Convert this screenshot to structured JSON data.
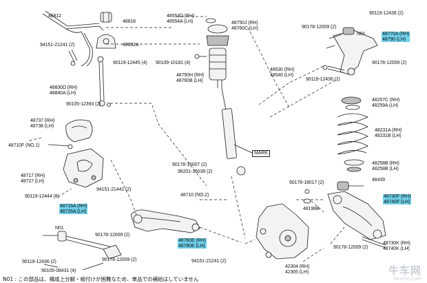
{
  "labels": {
    "p48812": "48812",
    "p48818": "48818",
    "p48832A": "48832A",
    "p94151_21241a": "94151-21241 (2)",
    "p90119_12445": "90119-12445 (4)",
    "p48830": "48830D (RH)\n48840A (LH)",
    "p90105_12393": "90105-12393 (2)",
    "p48737": "48737 (RH)\n48738 (LH)",
    "p48710F": "48710F (NO.1)",
    "p48717": "48717 (RH)\n48727 (LH)",
    "p90119_12444": "90119-12444 (8)",
    "p48716": "48716A (RH)\n48726A (LH)",
    "pN01a": "N01",
    "p90119_12436a": "90119-12436 (2)",
    "p90105_08431": "90105-08431 (4)",
    "p48553": "48553D (RH)\n48554A (LH)",
    "p48750J": "48750J (RH)\n48760C (LH)",
    "p90109_10181": "90109-10181 (4)",
    "p48750H": "48750H (RH)\n48760B (LH)",
    "p48530": "48530 (RH)\n48540 (LH)",
    "p90178_16007": "90178-16007 (2)",
    "p96201_16039": "96201-16039 (2)",
    "mark": "MARK",
    "p94151_21441": "94151-21441 (2)",
    "p48710NO2": "48710 (NO.2)",
    "p90178_12009a": "90178-12009 (2)",
    "p90178_12009b": "90178-12009 (2)",
    "p48760E": "48760E (RH)\n48780E (LH)",
    "p94151_21241b": "94151-21241 (2)",
    "p90119_12436top": "90119-12436 (2)",
    "p90178_12009top": "90178-12009 (2)",
    "pN01b": "N01",
    "p48770A": "48770A (RH)\n48790 (LH)",
    "p90178_12009c": "90178-12009 (2)",
    "p90119_12436b": "90119-12436 (2)",
    "p48257C": "48257C (RH)\n48259A (LH)",
    "p48231A": "48231A (RH)\n48231B (LH)",
    "p48258": "48258B (RH)\n48258B (LH)",
    "p48439": "48439",
    "p90178_18017": "90178-18017 (2)",
    "p48198B": "48198B",
    "p48730F": "48730F (RH)\n48740F (LH)",
    "p90178_12009d": "90178-12009 (2)",
    "p48730K": "48730K (RH)\n48740K (LH)",
    "p42304": "42304 (RH)\n42305 (LH)"
  },
  "footer_note": "N01 : この部品は、構成上分解・組付けが困難なため、単品での補給はしていません",
  "watermark": {
    "title": "牛车网",
    "sub": "niuche.com"
  },
  "colors": {
    "highlight": "#6fd0ea",
    "line": "#1a1a1a"
  }
}
